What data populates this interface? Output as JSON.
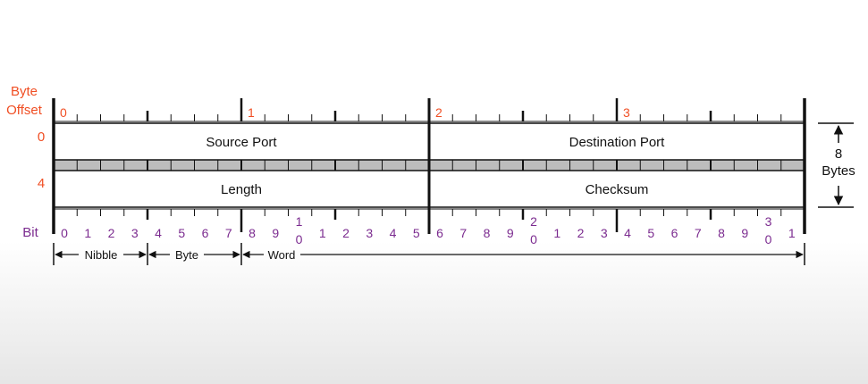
{
  "colors": {
    "offset_text": "#f04e23",
    "bit_text": "#7b2b8f",
    "lines": "#111111",
    "gap_band": "#bdbdbd",
    "row_fill": "#ffffff"
  },
  "labels": {
    "byte_offset_line1": "Byte",
    "byte_offset_line2": "Offset",
    "bit": "Bit",
    "size_top": "8",
    "size_bottom": "Bytes"
  },
  "byte_offsets_top": [
    "0",
    "1",
    "2",
    "3"
  ],
  "row_offsets": [
    "0",
    "4"
  ],
  "fields": {
    "row0": [
      "Source Port",
      "Destination Port"
    ],
    "row1": [
      "Length",
      "Checksum"
    ]
  },
  "bit_numbers": [
    [
      "0"
    ],
    [
      "1"
    ],
    [
      "2"
    ],
    [
      "3"
    ],
    [
      "4"
    ],
    [
      "5"
    ],
    [
      "6"
    ],
    [
      "7"
    ],
    [
      "8"
    ],
    [
      "9"
    ],
    [
      "1",
      "0"
    ],
    [
      "1"
    ],
    [
      "2"
    ],
    [
      "3"
    ],
    [
      "4"
    ],
    [
      "5"
    ],
    [
      "6"
    ],
    [
      "7"
    ],
    [
      "8"
    ],
    [
      "9"
    ],
    [
      "2",
      "0"
    ],
    [
      "1"
    ],
    [
      "2"
    ],
    [
      "3"
    ],
    [
      "4"
    ],
    [
      "5"
    ],
    [
      "6"
    ],
    [
      "7"
    ],
    [
      "8"
    ],
    [
      "9"
    ],
    [
      "3",
      "0"
    ],
    [
      "1"
    ]
  ],
  "legend": {
    "nibble": "Nibble",
    "byte": "Byte",
    "word": "Word"
  }
}
